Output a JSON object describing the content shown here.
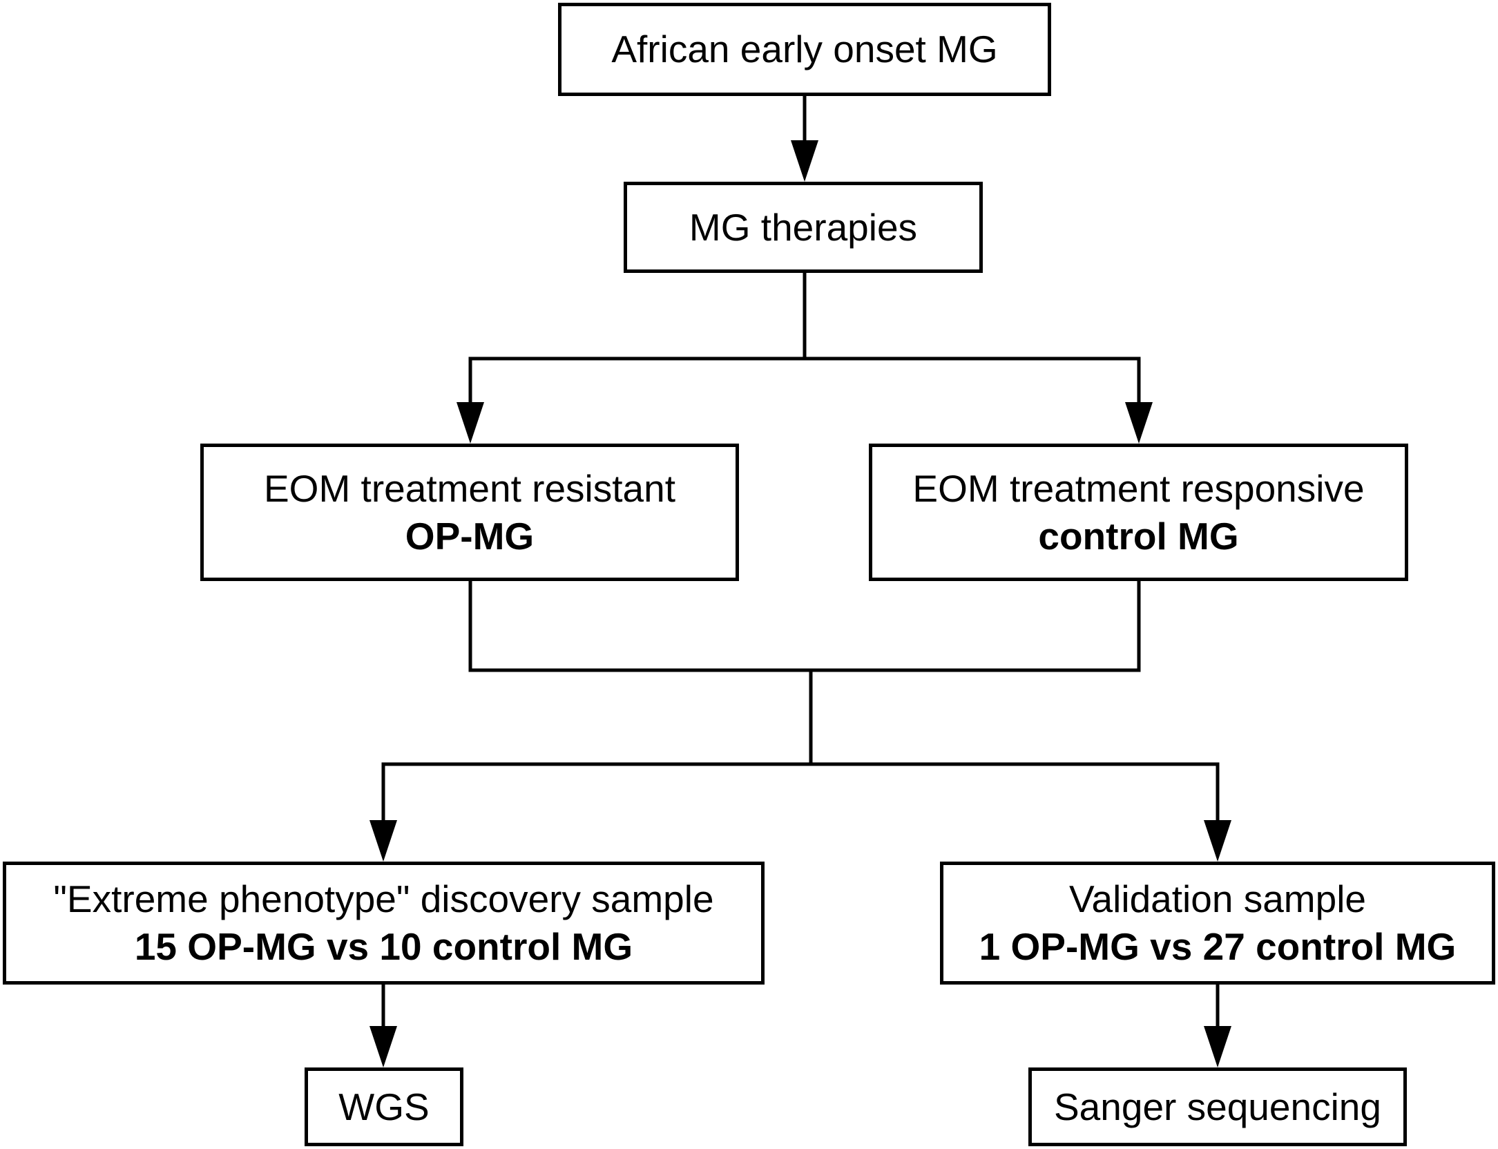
{
  "nodes": {
    "top": {
      "label": "African early onset MG"
    },
    "therapies": {
      "label": "MG therapies"
    },
    "resistant": {
      "line1": "EOM treatment resistant",
      "line2": "OP-MG"
    },
    "responsive": {
      "line1": "EOM treatment responsive",
      "line2": "control MG"
    },
    "discovery": {
      "line1": "\"Extreme phenotype\" discovery sample",
      "line2": "15 OP-MG vs 10 control MG"
    },
    "validation": {
      "line1": "Validation sample",
      "line2": "1 OP-MG vs 27 control MG"
    },
    "wgs": {
      "label": "WGS"
    },
    "sanger": {
      "label": "Sanger sequencing"
    }
  },
  "edges": [
    {
      "from": "top",
      "to": "therapies"
    },
    {
      "from": "therapies",
      "to": "resistant"
    },
    {
      "from": "therapies",
      "to": "responsive"
    },
    {
      "from": "resistant",
      "to": "discovery"
    },
    {
      "from": "responsive",
      "to": "discovery"
    },
    {
      "from": "resistant",
      "to": "validation"
    },
    {
      "from": "responsive",
      "to": "validation"
    },
    {
      "from": "discovery",
      "to": "wgs"
    },
    {
      "from": "validation",
      "to": "sanger"
    }
  ],
  "colors": {
    "stroke": "#000000",
    "fill": "#ffffff"
  }
}
